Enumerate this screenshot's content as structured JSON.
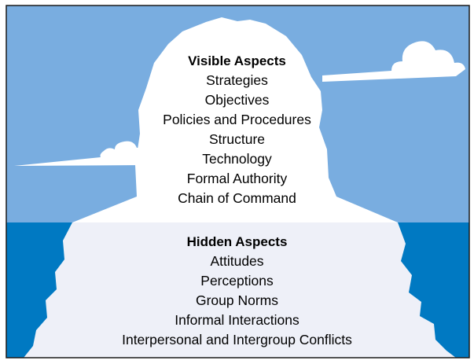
{
  "visible": {
    "heading": "Visible Aspects",
    "items": [
      "Strategies",
      "Objectives",
      "Policies and Procedures",
      "Structure",
      "Technology",
      "Formal Authority",
      "Chain of Command"
    ]
  },
  "hidden": {
    "heading": "Hidden Aspects",
    "items": [
      "Attitudes",
      "Perceptions",
      "Group Norms",
      "Informal Interactions",
      "Interpersonal and Intergroup Conflicts"
    ]
  },
  "colors": {
    "sky": "#79ade0",
    "water": "#0079c2",
    "iceberg_top": "#ffffff",
    "iceberg_bottom": "#eef0f8",
    "cloud": "#ffffff",
    "frame": "#1a1a1a"
  }
}
